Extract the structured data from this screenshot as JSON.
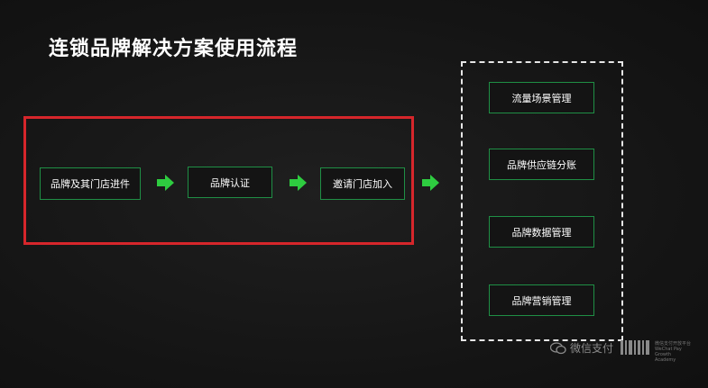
{
  "title": "连锁品牌解决方案使用流程",
  "flow_steps": [
    "品牌及其门店进件",
    "品牌认证",
    "邀请门店加入"
  ],
  "features": [
    "流量场景管理",
    "品牌供应链分账",
    "品牌数据管理",
    "品牌营销管理"
  ],
  "footer": {
    "brand_label": "微信支付",
    "small_text_lines": [
      "微信支付开放平台",
      "WeChat Pay",
      "Growth Academy"
    ]
  },
  "colors": {
    "background": "#161616",
    "highlight_frame": "#d6262b",
    "box_border": "#1f8f45",
    "arrow": "#2ecc40"
  }
}
